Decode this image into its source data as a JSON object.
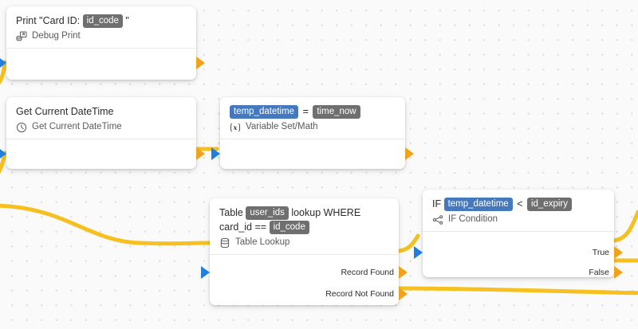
{
  "canvas": {
    "background_color": "#fafafa",
    "grid_dot_color": "#dcdce0",
    "wire_color": "#f5c020",
    "input_port_color": "#1f7fe0",
    "output_port_color": "#f0a319"
  },
  "nodes": [
    {
      "id": "debug-print",
      "title_prefix": "Print \"Card ID:",
      "title_pill": "id_code",
      "title_suffix": "\"",
      "subtitle": "Debug Print",
      "icon": "debug-print-icon",
      "ports_out": []
    },
    {
      "id": "get-current-datetime",
      "title_prefix": "Get Current DateTime",
      "subtitle": "Get Current DateTime",
      "icon": "clock-icon",
      "ports_out": []
    },
    {
      "id": "variable-set-math",
      "title_pill_blue": "temp_datetime",
      "title_operator": "=",
      "title_pill_gray": "time_now",
      "subtitle": "Variable Set/Math",
      "icon": "variable-fx-icon",
      "ports_out": []
    },
    {
      "id": "table-lookup",
      "title_line1_prefix": "Table",
      "title_line1_pill": "user_ids",
      "title_line1_suffix": "lookup WHERE",
      "title_line2_prefix": "card_id ==",
      "title_line2_pill": "id_code",
      "subtitle": "Table Lookup",
      "icon": "database-icon",
      "ports_out": [
        "Record Found",
        "Record Not Found"
      ]
    },
    {
      "id": "if-condition",
      "title_prefix": "IF",
      "title_pill_blue": "temp_datetime",
      "title_operator": "<",
      "title_pill_gray": "id_expiry",
      "subtitle": "IF Condition",
      "icon": "branch-icon",
      "ports_out": [
        "True",
        "False"
      ]
    }
  ],
  "labels": {
    "record_found": "Record Found",
    "record_not_found": "Record Not Found",
    "true": "True",
    "false": "False"
  }
}
